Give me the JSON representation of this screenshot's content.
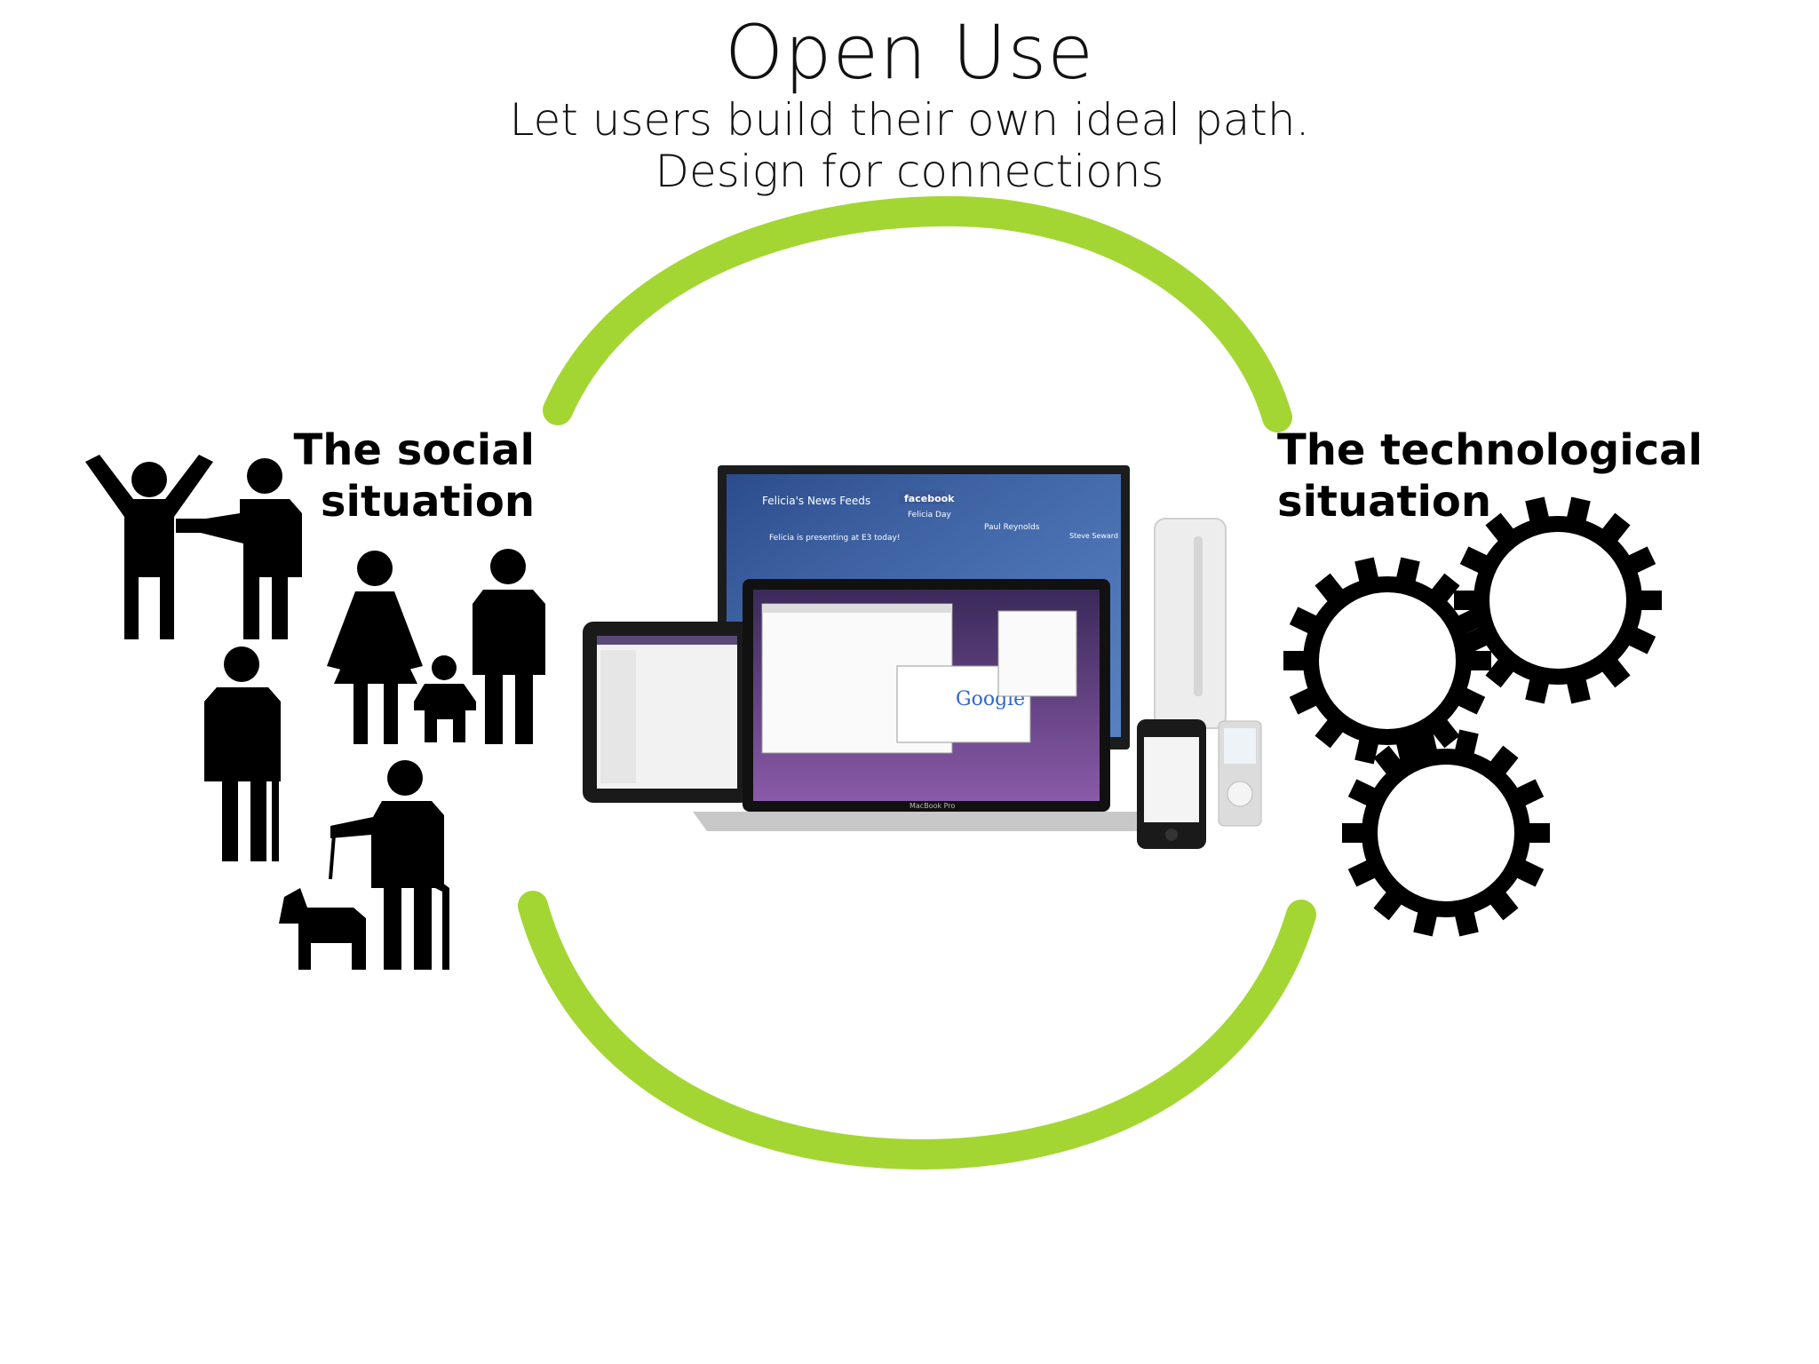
{
  "slide": {
    "title": "Open Use",
    "subtitle_line1": "Let users build their own ideal path.",
    "subtitle_line2": "Design for connections",
    "social_line1": "The social",
    "social_line2": "situation",
    "tech_line1": "The technological",
    "tech_line2": "situation"
  },
  "devices": {
    "tv_header": "Felicia's News Feeds",
    "tv_brand": "facebook",
    "tv_name1": "Felicia Day",
    "tv_name2": "Paul Reynolds",
    "tv_status": "Felicia is presenting at E3 today!",
    "tv_name3": "Steve Seward",
    "laptop_brand": "MacBook Pro",
    "search_logo": "Google"
  },
  "colors": {
    "accent_green": "#a4d633",
    "icon_black": "#000000"
  },
  "icons": [
    "people-icons",
    "gear-icons",
    "arc-icons"
  ]
}
